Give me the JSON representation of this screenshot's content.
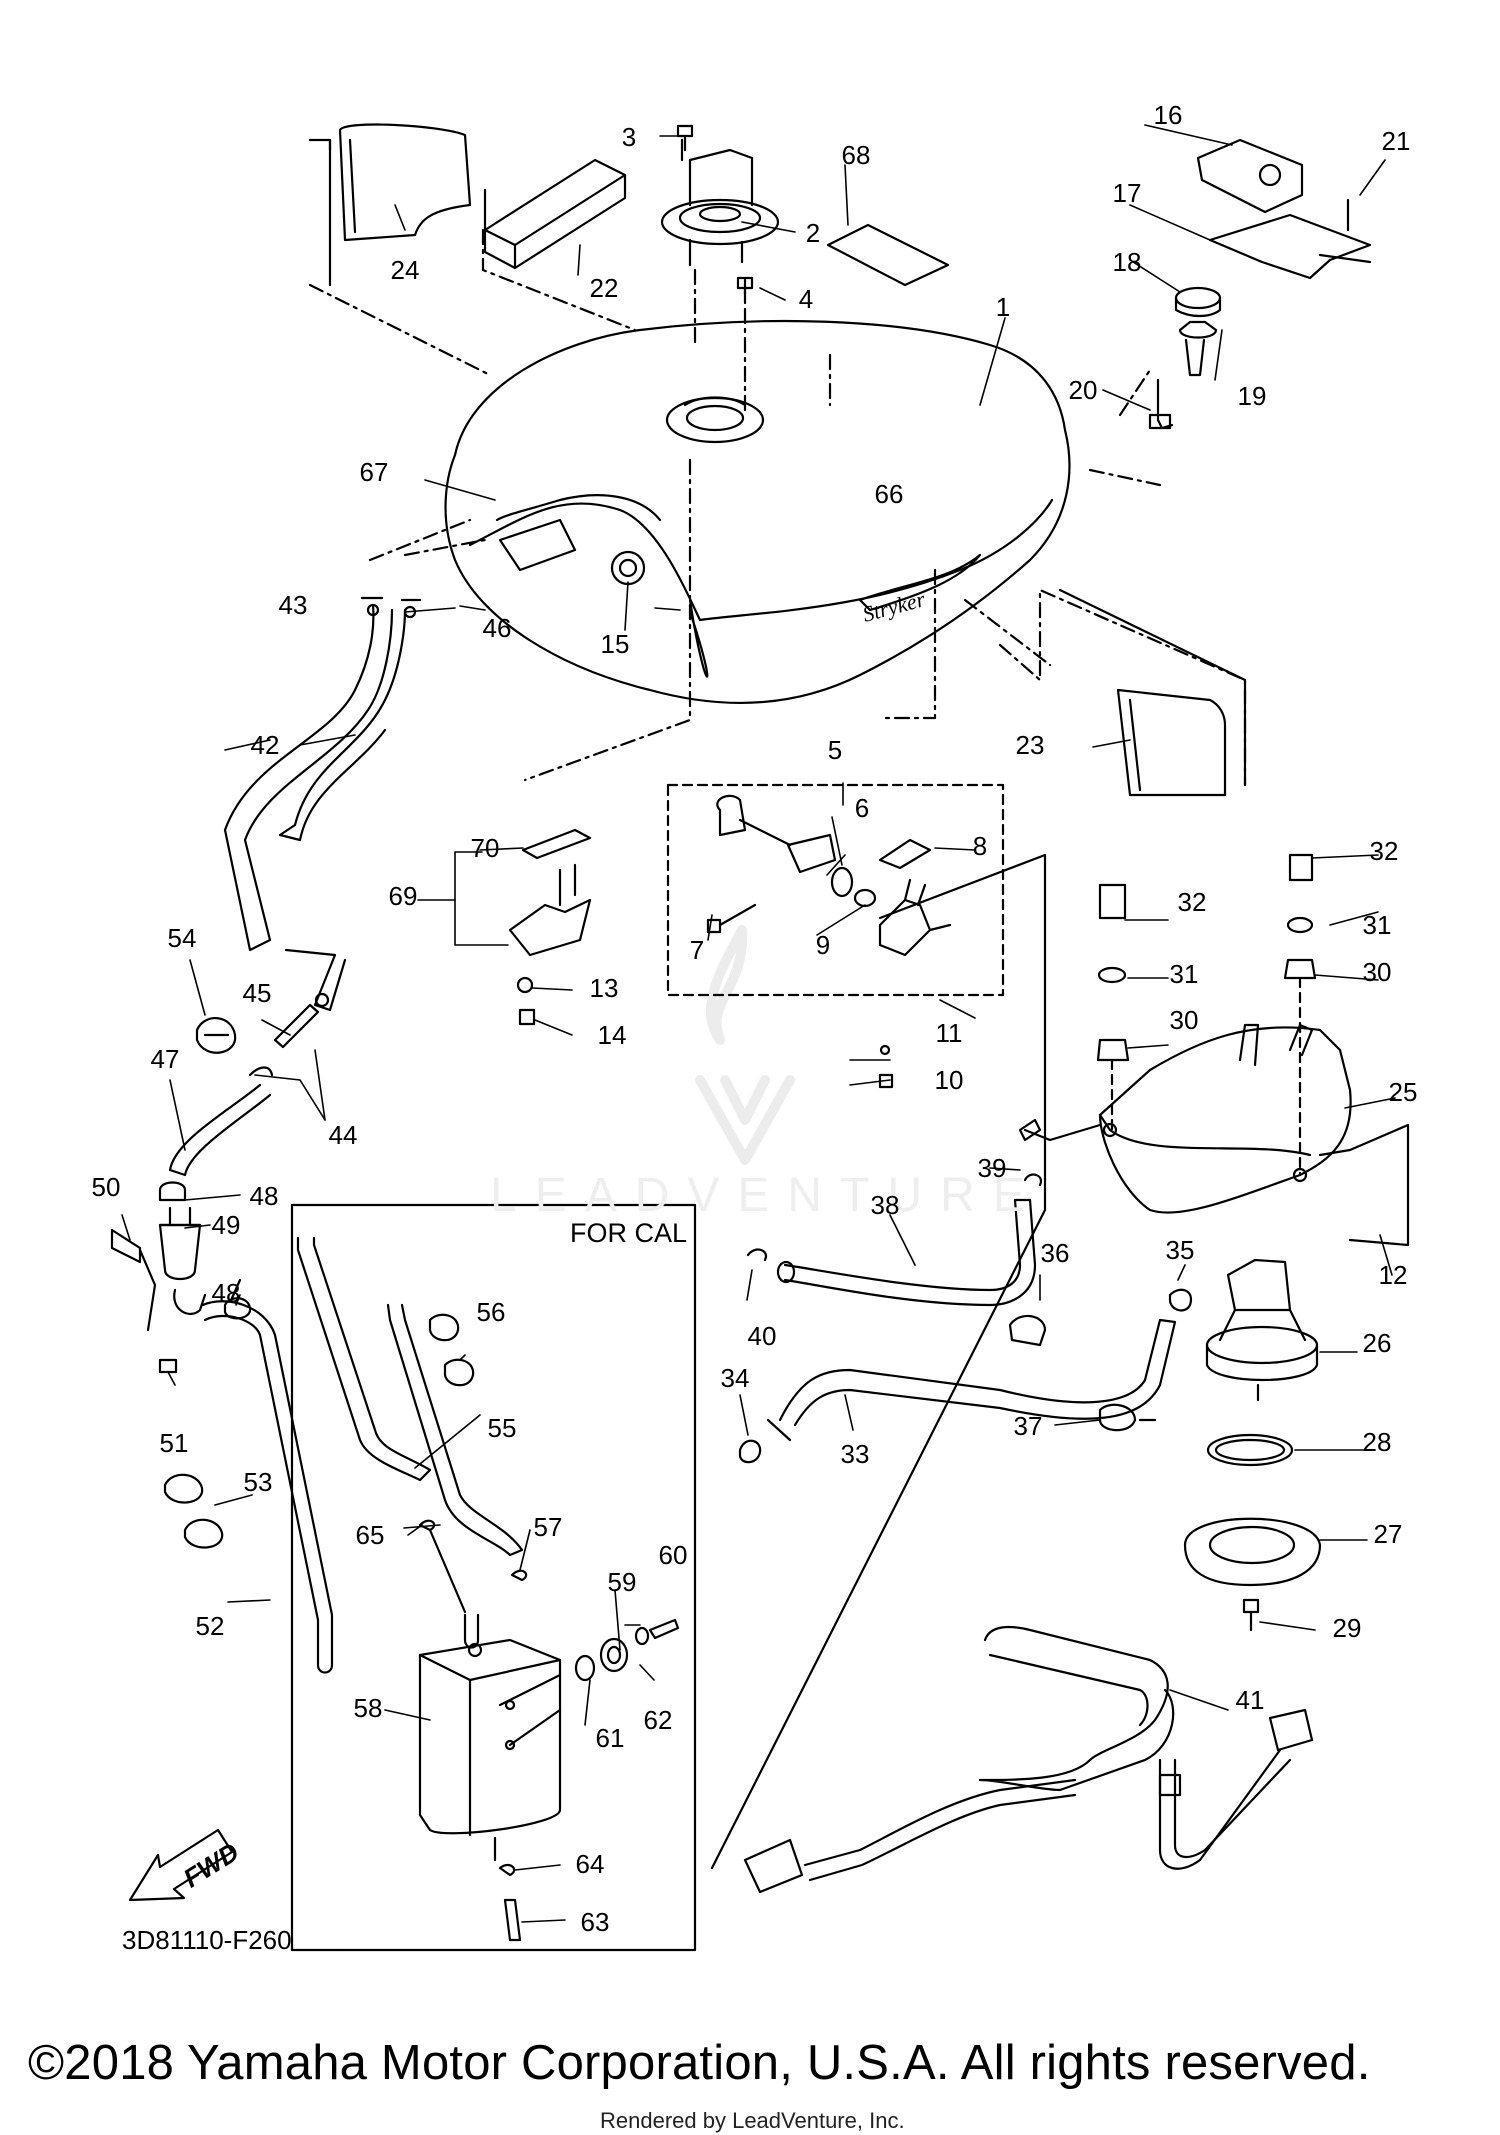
{
  "diagram": {
    "section_label": "FOR CAL",
    "diagram_code": "3D81110-F260",
    "fwd_arrow_text": "FWD",
    "copyright": "©2018 Yamaha Motor Corporation, U.S.A. All rights reserved.",
    "render_credit": "Rendered by LeadVenture, Inc.",
    "watermark": "LEADVENTURE",
    "callouts": [
      "1",
      "2",
      "3",
      "4",
      "5",
      "6",
      "7",
      "8",
      "9",
      "10",
      "11",
      "12",
      "13",
      "14",
      "15",
      "16",
      "17",
      "18",
      "19",
      "20",
      "21",
      "22",
      "23",
      "24",
      "25",
      "26",
      "27",
      "28",
      "29",
      "30",
      "30",
      "31",
      "31",
      "32",
      "32",
      "33",
      "34",
      "35",
      "36",
      "37",
      "38",
      "39",
      "40",
      "41",
      "42",
      "43",
      "44",
      "45",
      "46",
      "47",
      "48",
      "48",
      "49",
      "50",
      "51",
      "52",
      "53",
      "54",
      "55",
      "56",
      "57",
      "58",
      "59",
      "60",
      "61",
      "62",
      "63",
      "64",
      "65",
      "66",
      "67",
      "68",
      "69",
      "70"
    ]
  }
}
